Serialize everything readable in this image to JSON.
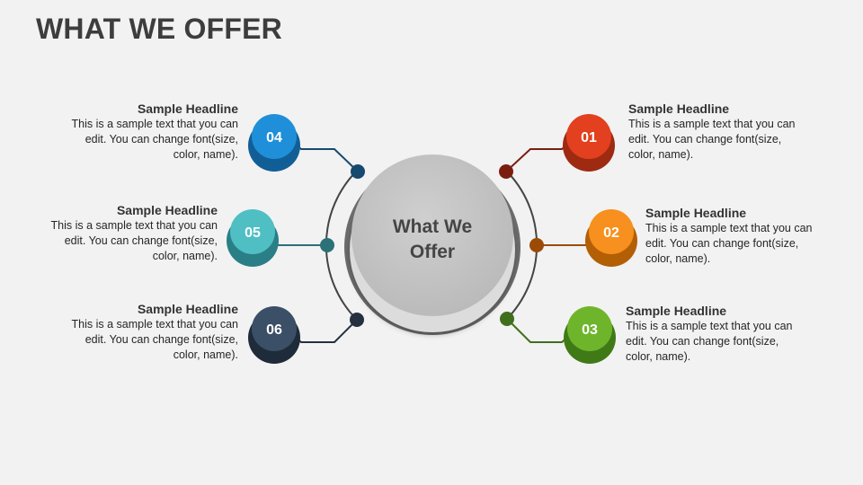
{
  "title": "WHAT WE OFFER",
  "center": {
    "line1": "What We",
    "line2": "Offer"
  },
  "items": [
    {
      "num": "01",
      "color": "#e2401f",
      "dark": "#9e2a12",
      "connector": "#7a1f10",
      "headline": "Sample Headline",
      "body": "This is a sample text that you can edit. You can change font(size, color, name)."
    },
    {
      "num": "02",
      "color": "#f7901e",
      "dark": "#b35f06",
      "connector": "#9b4b06",
      "headline": "Sample Headline",
      "body": "This is a sample text that you can edit. You can change font(size, color, name)."
    },
    {
      "num": "03",
      "color": "#6fb52c",
      "dark": "#3f7a17",
      "connector": "#3f6f1d",
      "headline": "Sample Headline",
      "body": "This is a sample text that you can edit. You can change font(size, color, name)."
    },
    {
      "num": "04",
      "color": "#1f8fd9",
      "dark": "#125e96",
      "connector": "#154a6e",
      "headline": "Sample Headline",
      "body": "This is a sample text that you can edit. You can change font(size, color, name)."
    },
    {
      "num": "05",
      "color": "#4fbfc4",
      "dark": "#2a7f86",
      "connector": "#2b7177",
      "headline": "Sample Headline",
      "body": "This is a sample text that you can edit. You can change font(size, color, name)."
    },
    {
      "num": "06",
      "color": "#3b4f66",
      "dark": "#1f2b3a",
      "connector": "#243040",
      "headline": "Sample Headline",
      "body": "This is a sample text that you can edit. You can change font(size, color, name)."
    }
  ]
}
